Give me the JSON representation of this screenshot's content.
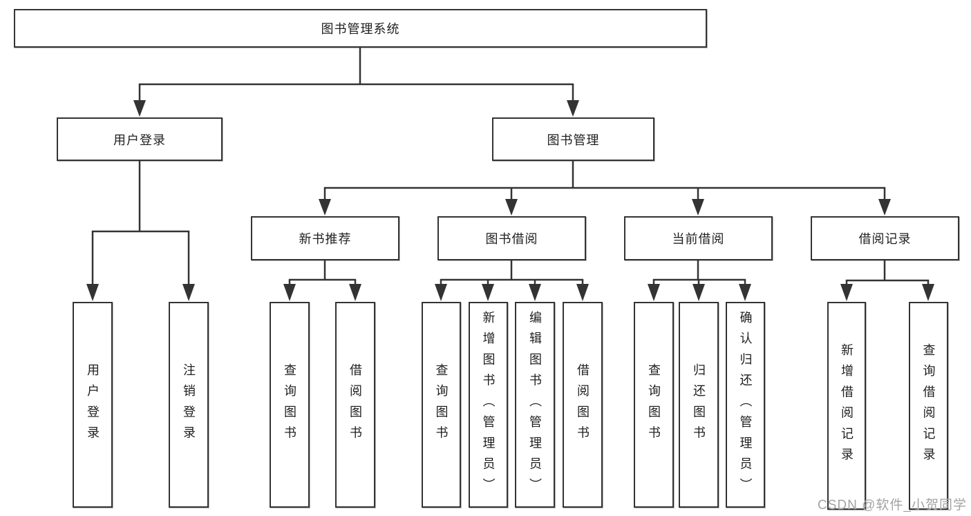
{
  "diagram": {
    "root": {
      "label": "图书管理系统"
    },
    "level2": [
      {
        "id": "user-login",
        "label": "用户登录"
      },
      {
        "id": "book-management",
        "label": "图书管理"
      }
    ],
    "level3": [
      {
        "id": "new-book-recommend",
        "label": "新书推荐",
        "parent": "book-management"
      },
      {
        "id": "book-borrowing",
        "label": "图书借阅",
        "parent": "book-management"
      },
      {
        "id": "current-borrowing",
        "label": "当前借阅",
        "parent": "book-management"
      },
      {
        "id": "borrowing-records",
        "label": "借阅记录",
        "parent": "book-management"
      }
    ],
    "leaves": [
      {
        "id": "leaf-user-login",
        "label": "用户登录",
        "parent": "user-login"
      },
      {
        "id": "leaf-logout",
        "label": "注销登录",
        "parent": "user-login"
      },
      {
        "id": "leaf-query-books-rec",
        "label": "查询图书",
        "parent": "new-book-recommend"
      },
      {
        "id": "leaf-borrow-books-rec",
        "label": "借阅图书",
        "parent": "new-book-recommend"
      },
      {
        "id": "leaf-query-books-borrow",
        "label": "查询图书",
        "parent": "book-borrowing"
      },
      {
        "id": "leaf-add-books-admin",
        "label": "新增图书（管理员）",
        "parent": "book-borrowing"
      },
      {
        "id": "leaf-edit-books-admin",
        "label": "编辑图书（管理员）",
        "parent": "book-borrowing"
      },
      {
        "id": "leaf-borrow-books",
        "label": "借阅图书",
        "parent": "book-borrowing"
      },
      {
        "id": "leaf-query-books-current",
        "label": "查询图书",
        "parent": "current-borrowing"
      },
      {
        "id": "leaf-return-books",
        "label": "归还图书",
        "parent": "current-borrowing"
      },
      {
        "id": "leaf-confirm-return-admin",
        "label": "确认归还（管理员）",
        "parent": "current-borrowing"
      },
      {
        "id": "leaf-add-borrow-record",
        "label": "新增借阅记录",
        "parent": "borrowing-records"
      },
      {
        "id": "leaf-query-borrow-record",
        "label": "查询借阅记录",
        "parent": "borrowing-records"
      }
    ],
    "watermark": "CSDN @软件_小贺同学",
    "colors": {
      "line": "#333333",
      "box_border": "#333333",
      "text": "#1f1f1f",
      "background": "#ffffff",
      "watermark": "#a3a3a3"
    }
  }
}
